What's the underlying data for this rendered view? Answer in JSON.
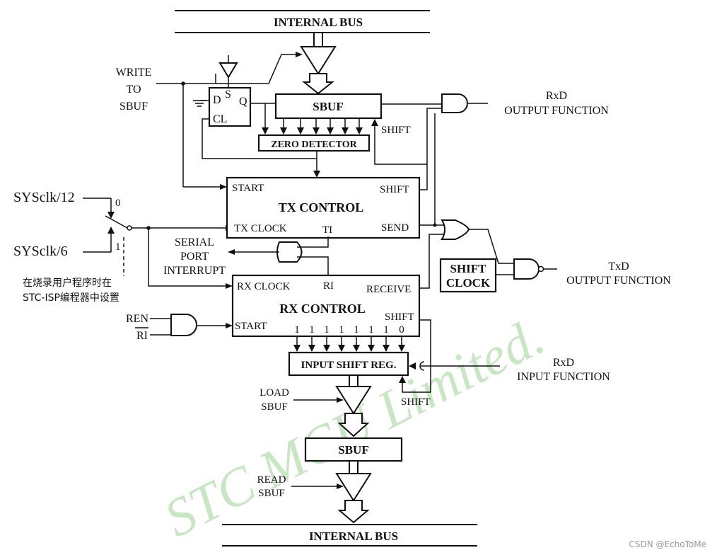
{
  "labels": {
    "internal_bus_top": "INTERNAL BUS",
    "internal_bus_bottom": "INTERNAL BUS",
    "write_sbuf": [
      "WRITE",
      "TO",
      "SBUF"
    ],
    "ff_d": "D",
    "ff_s": "S",
    "ff_q": "Q",
    "ff_cl": "CL",
    "sbuf_tx": "SBUF",
    "shift_tx": "SHIFT",
    "zero_detector": "ZERO DETECTOR",
    "rxd_out": [
      "RxD",
      "OUTPUT FUNCTION"
    ],
    "sysclk12": "SYSclk/12",
    "sysclk6": "SYSclk/6",
    "switch_0": "0",
    "switch_1": "1",
    "cn_note": [
      "在烧录用户程序时在",
      "STC-ISP编程器中设置"
    ],
    "tx_start": "START",
    "tx_shift": "SHIFT",
    "tx_control": "TX CONTROL",
    "tx_clock": "TX CLOCK",
    "tx_ti": "TI",
    "tx_send": "SEND",
    "serial_port_interrupt": [
      "SERIAL",
      "PORT",
      "INTERRUPT"
    ],
    "shift_clock": [
      "SHIFT",
      "CLOCK"
    ],
    "txd_out": [
      "TxD",
      "OUTPUT FUNCTION"
    ],
    "rx_clock": "RX CLOCK",
    "rx_ri": "RI",
    "rx_receive": "RECEIVE",
    "rx_control": "RX CONTROL",
    "rx_shift": "SHIFT",
    "rx_start": "START",
    "ren": "REN",
    "ri": "RI",
    "rx_bits": [
      "1",
      "1",
      "1",
      "1",
      "1",
      "1",
      "1",
      "0"
    ],
    "input_shift_reg": "INPUT SHIFT REG.",
    "rxd_in": [
      "RxD",
      "INPUT FUNCTION"
    ],
    "load_sbuf": [
      "LOAD",
      "SBUF"
    ],
    "shift_rx": "SHIFT",
    "sbuf_rx": "SBUF",
    "read_sbuf": [
      "READ",
      "SBUF"
    ]
  },
  "watermark": "STC  MCU  Limited.",
  "credit": "CSDN @EchoToMe",
  "colors": {
    "line": "#111111",
    "watermark": "#c9e6c4",
    "credit": "#9a9a9a"
  }
}
